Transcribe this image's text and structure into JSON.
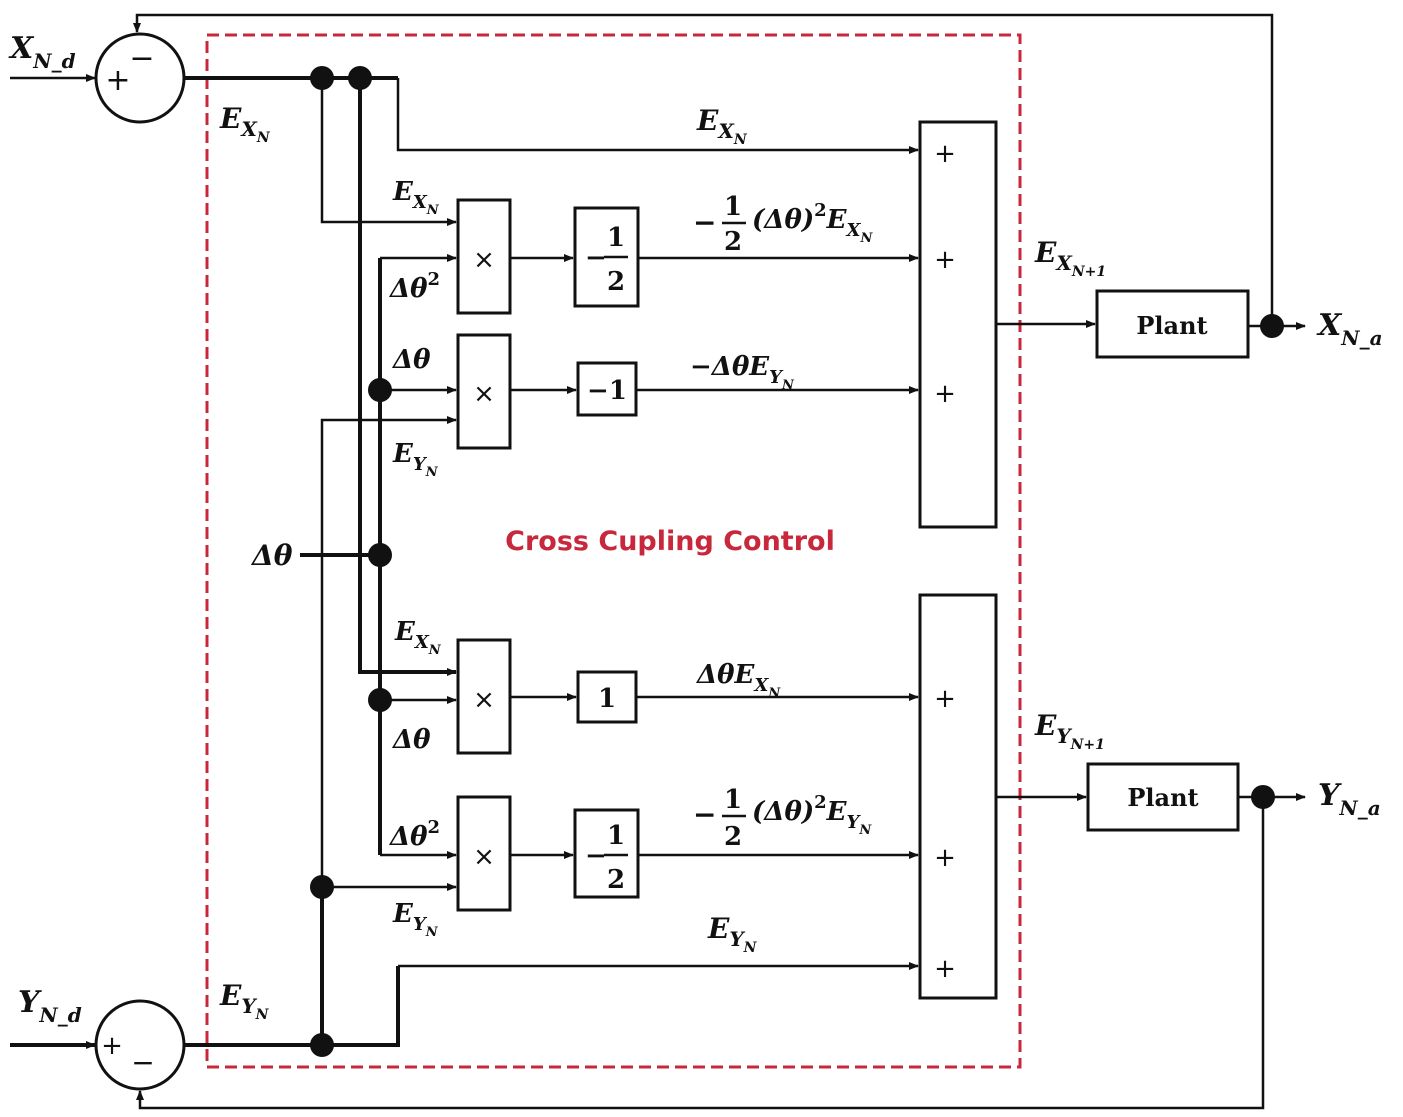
{
  "diagram": {
    "title": "Cross Cupling Control",
    "accent_color": "#c8283c",
    "inputs": {
      "x_desired": {
        "base": "X",
        "sub": "N_d"
      },
      "y_desired": {
        "base": "Y",
        "sub": "N_d"
      },
      "delta_theta": "Δθ"
    },
    "outputs": {
      "x_actual": {
        "base": "X",
        "sub": "N_a"
      },
      "y_actual": {
        "base": "Y",
        "sub": "N_a"
      }
    },
    "summing_junctions": {
      "x": {
        "plus": "+",
        "minus": "−"
      },
      "y": {
        "plus": "+",
        "minus": "−"
      }
    },
    "error_labels": {
      "ex": {
        "base": "E",
        "sub": "X",
        "subsub": "N"
      },
      "ey": {
        "base": "E",
        "sub": "Y",
        "subsub": "N"
      },
      "ex_next": {
        "base": "E",
        "sub": "X",
        "subsub": "N+1"
      },
      "ey_next": {
        "base": "E",
        "sub": "Y",
        "subsub": "N+1"
      }
    },
    "signal_labels": {
      "dtheta": "Δθ",
      "dtheta_sq": "Δθ",
      "sq": "2"
    },
    "multiplier_symbol": "×",
    "gains": {
      "neg_half_num": "1",
      "neg_half_den": "2",
      "neg_sign": "−",
      "neg_one": "−1",
      "one": "1"
    },
    "branch_terms": {
      "ex_term": "E",
      "neg_half_dtheta_sq": "(Δθ)",
      "neg_dtheta_ey": "−ΔθE",
      "dtheta_ex": "ΔθE"
    },
    "sum_sign": "+",
    "plant_label": "Plant"
  }
}
